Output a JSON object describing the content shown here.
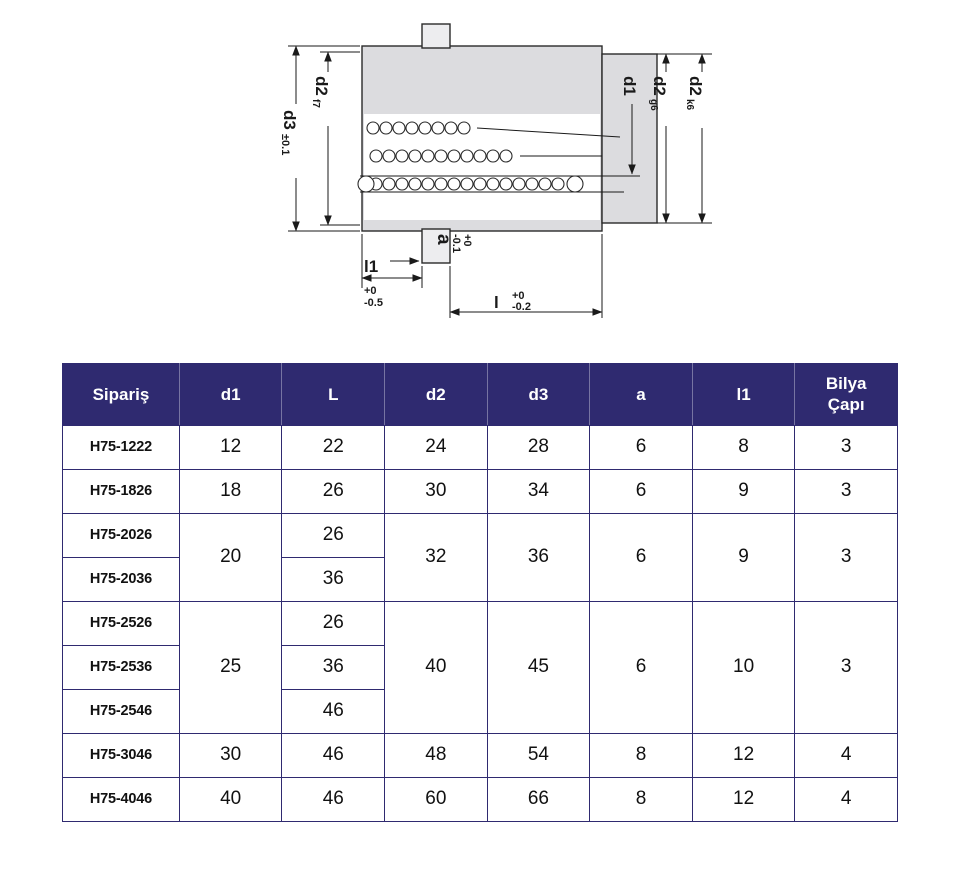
{
  "drawing": {
    "labels": {
      "d3": "d3",
      "d3_tol": "±0.1",
      "d2_left": "d2",
      "d2_left_fit": "f7",
      "d1": "d1",
      "d2_mid": "d2",
      "d2_mid_fit": "g6",
      "d2_right": "d2",
      "d2_right_fit": "k6",
      "l1": "l1",
      "l1_tol_top": "+0",
      "l1_tol_bottom": "-0.5",
      "a": "a",
      "a_tol_top": "+0",
      "a_tol_bottom": "-0.1",
      "l": "l",
      "l_tol_top": "+0",
      "l_tol_bottom": "-0.2"
    }
  },
  "table": {
    "headers": [
      "Sipariş",
      "d1",
      "L",
      "d2",
      "d3",
      "a",
      "l1"
    ],
    "header_last": {
      "line1": "Bilya",
      "line2": "Çapı"
    },
    "rows": [
      {
        "code": "H75-1222",
        "d1": "12",
        "l": "22",
        "d2": "24",
        "d3": "28",
        "a": "6",
        "l1": "8",
        "bilya": "3"
      },
      {
        "code": "H75-1826",
        "d1": "18",
        "l": "26",
        "d2": "30",
        "d3": "34",
        "a": "6",
        "l1": "9",
        "bilya": "3"
      },
      {
        "code": "H75-2026",
        "d1": "20",
        "l": "26",
        "d2": "32",
        "d3": "36",
        "a": "6",
        "l1": "9",
        "bilya": "3"
      },
      {
        "code": "H75-2036",
        "l": "36"
      },
      {
        "code": "H75-2526",
        "d1": "25",
        "l": "26",
        "d2": "40",
        "d3": "45",
        "a": "6",
        "l1": "10",
        "bilya": "3"
      },
      {
        "code": "H75-2536",
        "l": "36"
      },
      {
        "code": "H75-2546",
        "l": "46"
      },
      {
        "code": "H75-3046",
        "d1": "30",
        "l": "46",
        "d2": "48",
        "d3": "54",
        "a": "8",
        "l1": "12",
        "bilya": "4"
      },
      {
        "code": "H75-4046",
        "d1": "40",
        "l": "46",
        "d2": "60",
        "d3": "66",
        "a": "8",
        "l1": "12",
        "bilya": "4"
      }
    ]
  },
  "colors": {
    "header_bg": "#2f2a70",
    "table_border": "#2f2a70",
    "body_fill": "#dcdcdf"
  }
}
